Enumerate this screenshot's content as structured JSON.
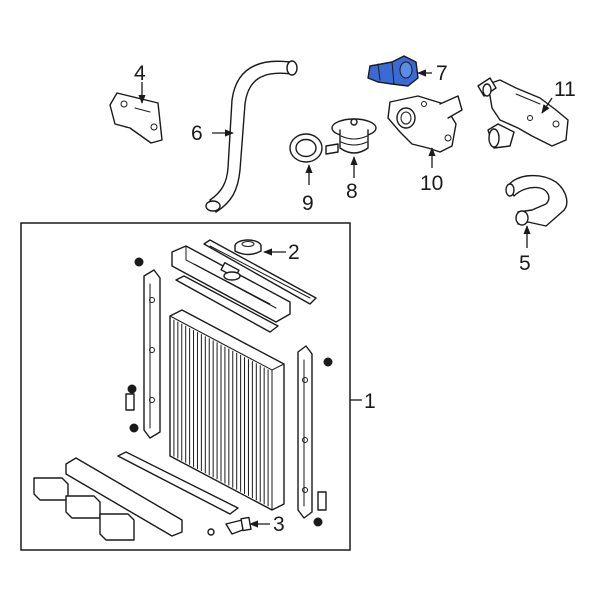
{
  "colors": {
    "ink": "#1a1a1a",
    "highlight": "#3a6ad4",
    "background": "#ffffff"
  },
  "callouts": {
    "c1": "1",
    "c2": "2",
    "c3": "3",
    "c4": "4",
    "c5": "5",
    "c6": "6",
    "c7": "7",
    "c8": "8",
    "c9": "9",
    "c10": "10",
    "c11": "11"
  }
}
